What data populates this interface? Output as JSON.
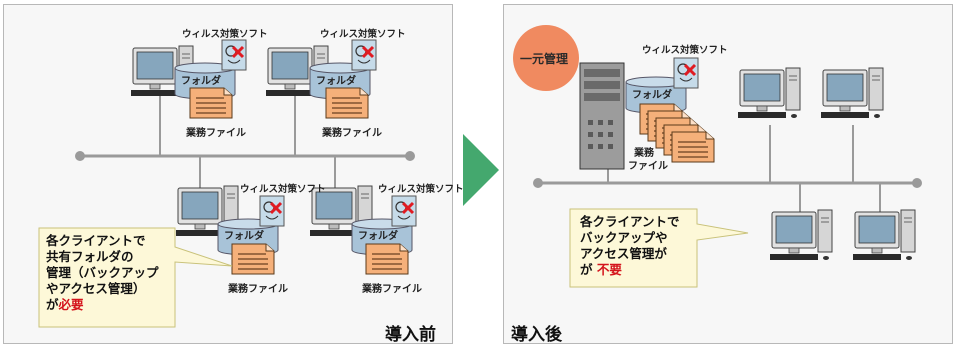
{
  "before": {
    "title": "導入前",
    "antivirus_label": "ウィルス対策ソフト",
    "folder_label": "フォルダ",
    "file_label": "業務ファイル",
    "callout": {
      "line1": "各クライアントで",
      "line2": "共有フォルダの",
      "line3": "管理（バックアップ",
      "line4": "やアクセス管理）",
      "line5_prefix": "が",
      "line5_emphasis": "必要"
    }
  },
  "after": {
    "title": "導入後",
    "badge": "一元管理",
    "antivirus_label": "ウィルス対策ソフト",
    "folder_label": "フォルダ",
    "file_label_line1": "業務",
    "file_label_line2": "ファイル",
    "callout": {
      "line1": "各クライアントで",
      "line2": "バックアップや",
      "line3": "アクセス管理が",
      "line4_prefix": "が",
      "line4_emphasis": "不要"
    }
  },
  "colors": {
    "accent_arrow": "#44a86e",
    "badge": "#f08a60",
    "callout_fill": "#fdf8d8",
    "emphasis": "#d4141c",
    "file": "#f5b07a"
  }
}
